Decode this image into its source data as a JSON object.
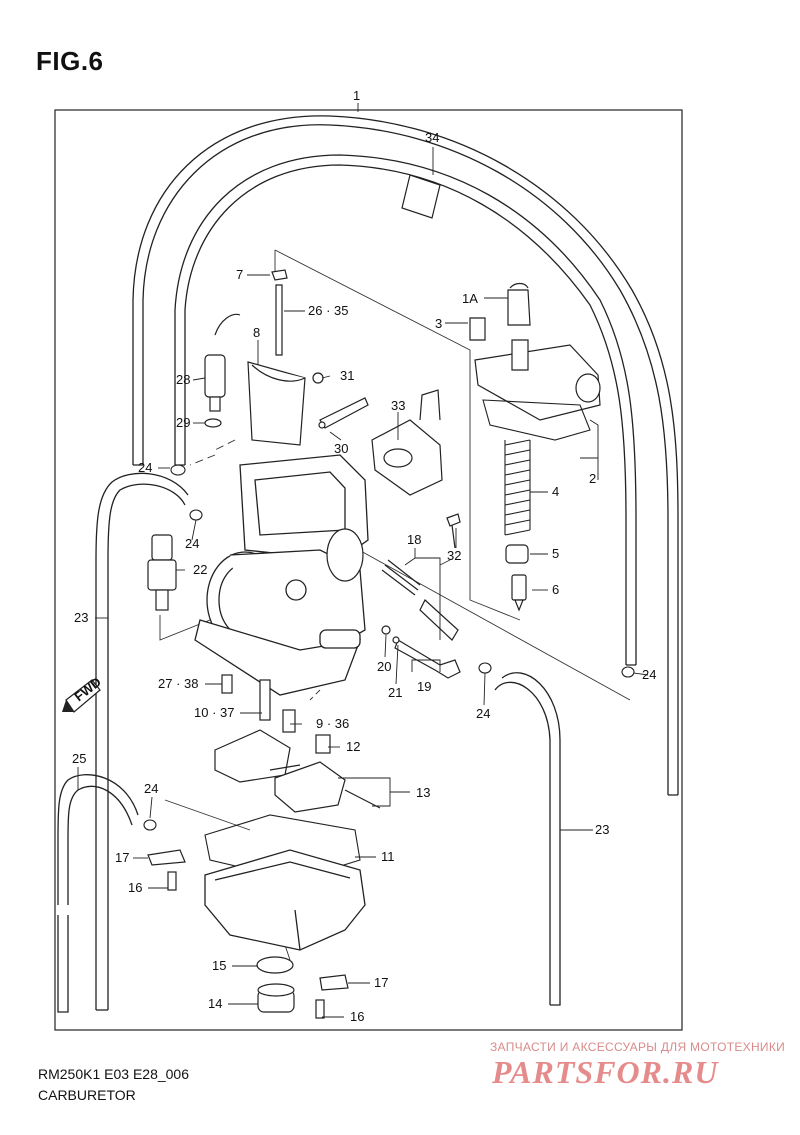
{
  "figure": {
    "title": "FIG.6"
  },
  "footer": {
    "model": "RM250K1 E03 E28_006",
    "section": "CARBURETOR"
  },
  "watermark": {
    "subtitle": "ЗАПЧАСТИ И АКСЕССУАРЫ ДЛЯ МОТОТЕХНИКИ",
    "brand": "PARTSFOR.RU"
  },
  "fwd": "FWD",
  "callouts": [
    {
      "id": "c1",
      "text": "1"
    },
    {
      "id": "c34",
      "text": "34"
    },
    {
      "id": "c1a",
      "text": "1A"
    },
    {
      "id": "c3",
      "text": "3"
    },
    {
      "id": "c7",
      "text": "7"
    },
    {
      "id": "c26",
      "text": "26 · 35"
    },
    {
      "id": "c8",
      "text": "8"
    },
    {
      "id": "c28",
      "text": "28"
    },
    {
      "id": "c31",
      "text": "31"
    },
    {
      "id": "c29",
      "text": "29"
    },
    {
      "id": "c33",
      "text": "33"
    },
    {
      "id": "c30",
      "text": "30"
    },
    {
      "id": "c2",
      "text": "2"
    },
    {
      "id": "c4",
      "text": "4"
    },
    {
      "id": "c24a",
      "text": "24"
    },
    {
      "id": "c24b",
      "text": "24"
    },
    {
      "id": "c18",
      "text": "18"
    },
    {
      "id": "c32",
      "text": "32"
    },
    {
      "id": "c5",
      "text": "5"
    },
    {
      "id": "c22",
      "text": "22"
    },
    {
      "id": "c6",
      "text": "6"
    },
    {
      "id": "c23a",
      "text": "23"
    },
    {
      "id": "c20",
      "text": "20"
    },
    {
      "id": "c21",
      "text": "21"
    },
    {
      "id": "c19",
      "text": "19"
    },
    {
      "id": "c24c",
      "text": "24"
    },
    {
      "id": "c24d",
      "text": "24"
    },
    {
      "id": "c27",
      "text": "27 · 38"
    },
    {
      "id": "c10",
      "text": "10 · 37"
    },
    {
      "id": "c9",
      "text": "9 · 36"
    },
    {
      "id": "c12",
      "text": "12"
    },
    {
      "id": "c25",
      "text": "25"
    },
    {
      "id": "c13",
      "text": "13"
    },
    {
      "id": "c24e",
      "text": "24"
    },
    {
      "id": "c23b",
      "text": "23"
    },
    {
      "id": "c11",
      "text": "11"
    },
    {
      "id": "c17a",
      "text": "17"
    },
    {
      "id": "c16a",
      "text": "16"
    },
    {
      "id": "c15",
      "text": "15"
    },
    {
      "id": "c17b",
      "text": "17"
    },
    {
      "id": "c14",
      "text": "14"
    },
    {
      "id": "c16b",
      "text": "16"
    }
  ]
}
